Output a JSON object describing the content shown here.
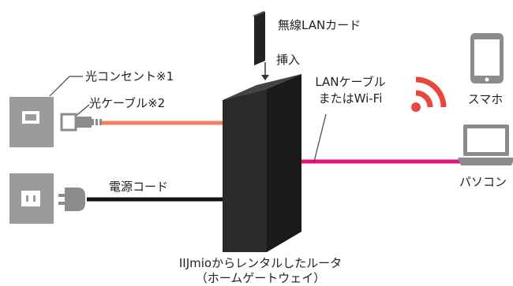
{
  "labels": {
    "wireless_card": "無線LANカード",
    "insert": "挿入",
    "optical_outlet": "光コンセント※1",
    "optical_cable": "光ケーブル※2",
    "power_cord": "電源コード",
    "lan_cable_line1": "LANケーブル",
    "lan_cable_line2": "またはWi-Fi",
    "smartphone": "スマホ",
    "pc": "パソコン",
    "router_line1": "IIJmioからレンタルしたルータ",
    "router_line2": "（ホームゲートウェイ）"
  },
  "colors": {
    "router_body": "#2b2b2b",
    "router_top": "#444444",
    "router_side": "#1a1a1a",
    "optical_cable": "#f47f5f",
    "power_cable": "#111111",
    "lan_cable": "#e2137a",
    "wifi_waves": "#e8473e",
    "device_gray": "#8c8c8c",
    "outlet_gray": "#9b9b9b"
  },
  "icons": {
    "wifi": "wifi-waves-icon",
    "smartphone": "smartphone-icon",
    "pc": "laptop-icon",
    "optical_outlet": "optical-outlet-icon",
    "power_outlet": "power-outlet-icon",
    "wireless_card": "wireless-card-icon"
  }
}
